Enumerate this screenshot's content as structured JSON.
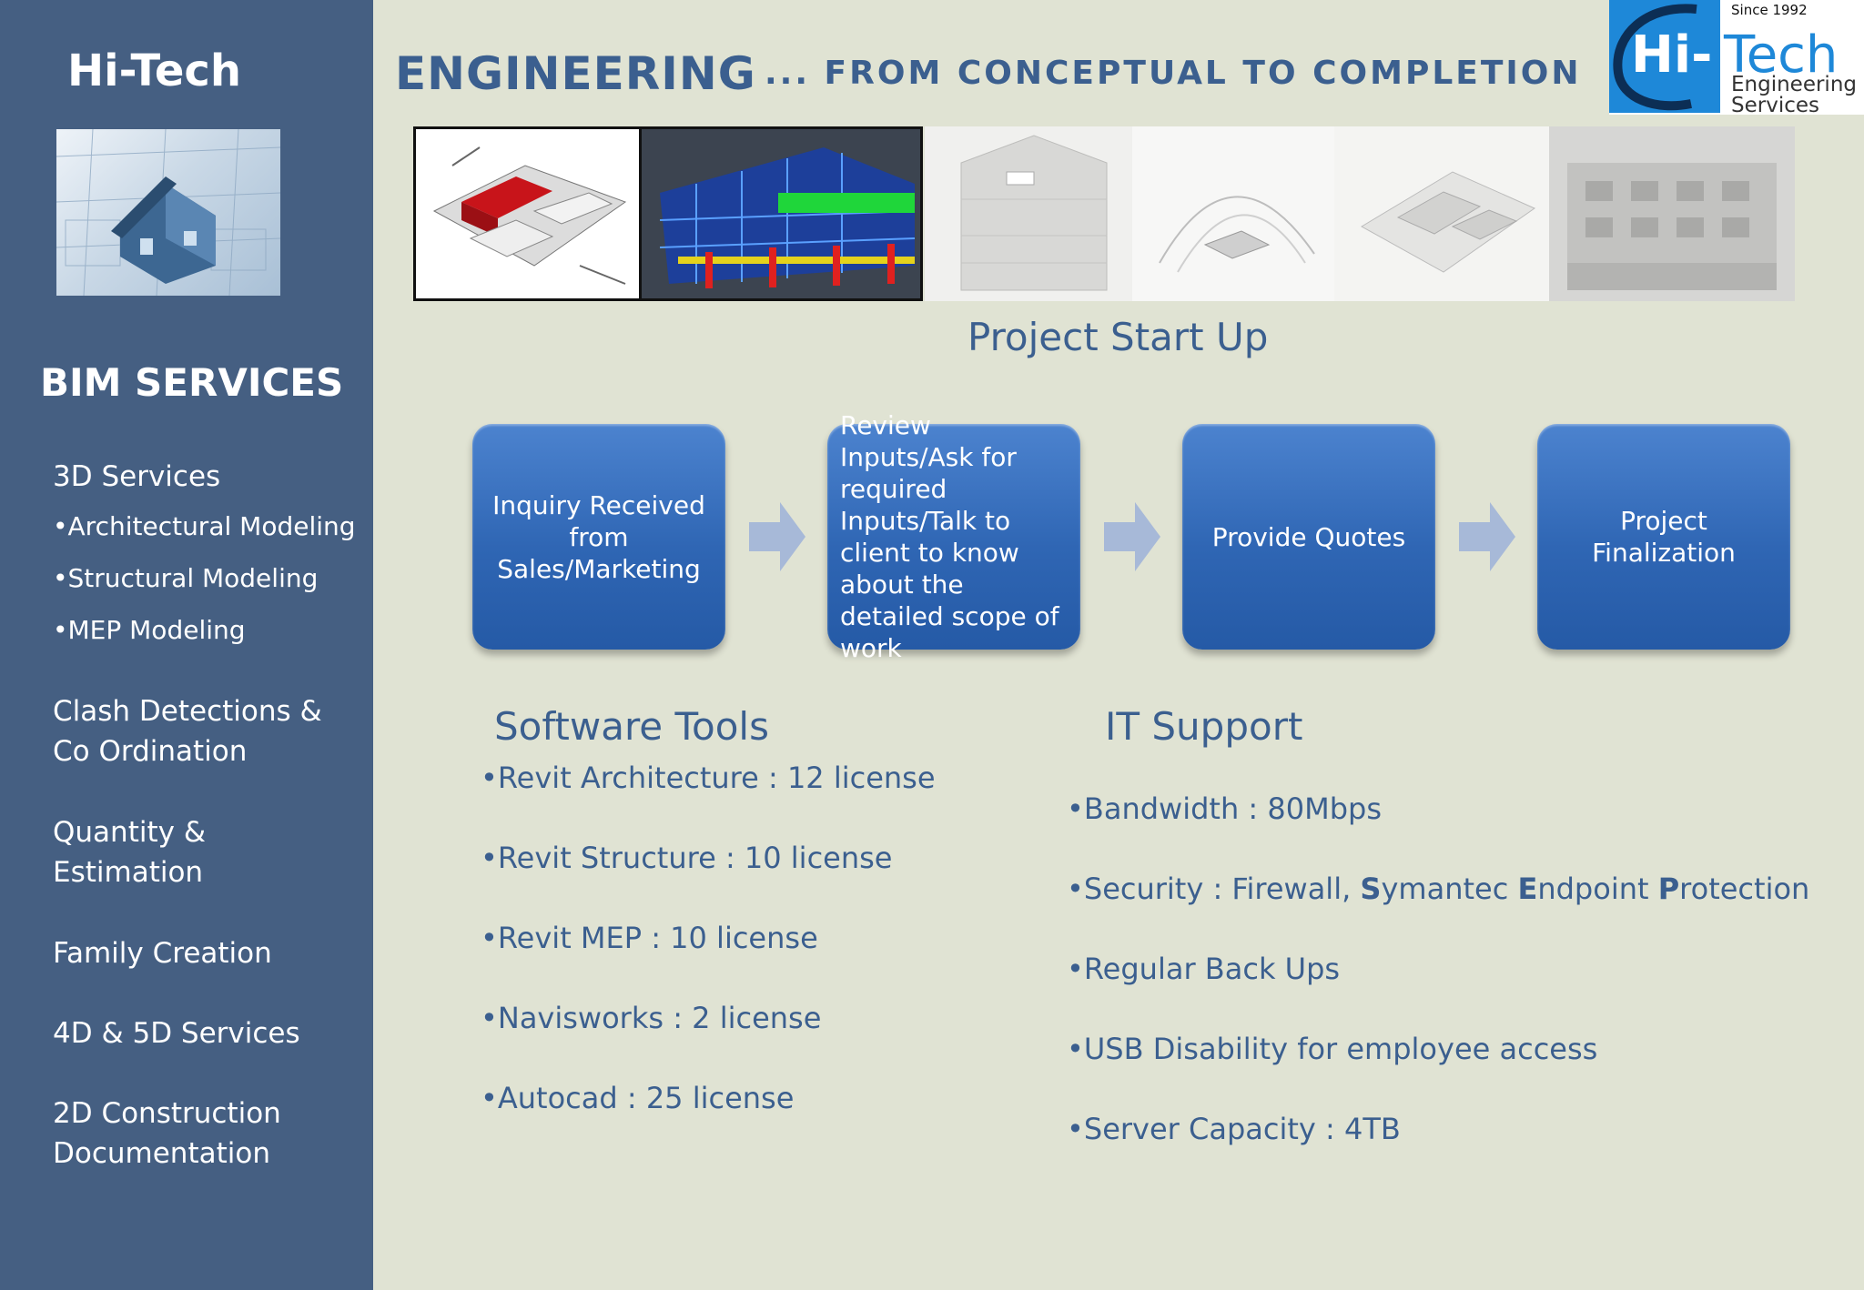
{
  "sidebar": {
    "brand": "Hi-Tech",
    "section_title": "BIM SERVICES",
    "items": [
      {
        "label": "3D   Services"
      },
      {
        "label": "•Architectural Modeling"
      },
      {
        "label": "•Structural Modeling"
      },
      {
        "label": "•MEP Modeling"
      },
      {
        "label": "Clash Detections &"
      },
      {
        "label": "Co Ordination"
      },
      {
        "label": "Quantity &"
      },
      {
        "label": "Estimation"
      },
      {
        "label": "Family Creation"
      },
      {
        "label": "4D & 5D Services"
      },
      {
        "label": "2D  Construction"
      },
      {
        "label": "Documentation"
      }
    ]
  },
  "header": {
    "title": "ENGINEERING",
    "tagline": "... FROM  CONCEPTUAL TO COMPLETION"
  },
  "logo": {
    "since": "Since 1992",
    "hi": "Hi-",
    "tech": "Tech",
    "line1": "Engineering",
    "line2": "Services",
    "brand_color": "#1e88d8"
  },
  "process": {
    "title": "Project  Start Up",
    "steps": [
      {
        "label": "Inquiry Received from Sales/Marketing"
      },
      {
        "label": "Review Inputs/Ask for required Inputs/Talk to client to know about the detailed scope of work"
      },
      {
        "label": "Provide Quotes"
      },
      {
        "label": "Project Finalization"
      }
    ]
  },
  "software": {
    "title": "Software Tools",
    "items": [
      {
        "text": "•Revit Architecture  :  12 license"
      },
      {
        "text": "•Revit Structure : 10 license"
      },
      {
        "text": "•Revit MEP : 10 license"
      },
      {
        "text": "•Navisworks : 2 license"
      },
      {
        "text": "•Autocad : 25 license"
      }
    ]
  },
  "it_support": {
    "title": "IT Support",
    "bandwidth": "•Bandwidth : 80Mbps",
    "security": {
      "prefix": "•Security : Firewall, ",
      "s_bold": "S",
      "s_rest": "ymantec ",
      "e_bold": "E",
      "e_rest": "ndpoint ",
      "p_bold": "P",
      "p_rest": "rotection"
    },
    "backups": "•Regular Back Ups",
    "usb": "•USB Disability for employee access",
    "server": "•Server Capacity : 4TB"
  },
  "colors": {
    "sidebar": "#455f82",
    "background": "#e0e3d3",
    "heading": "#3b5f8f",
    "box": "#2f66b4"
  }
}
